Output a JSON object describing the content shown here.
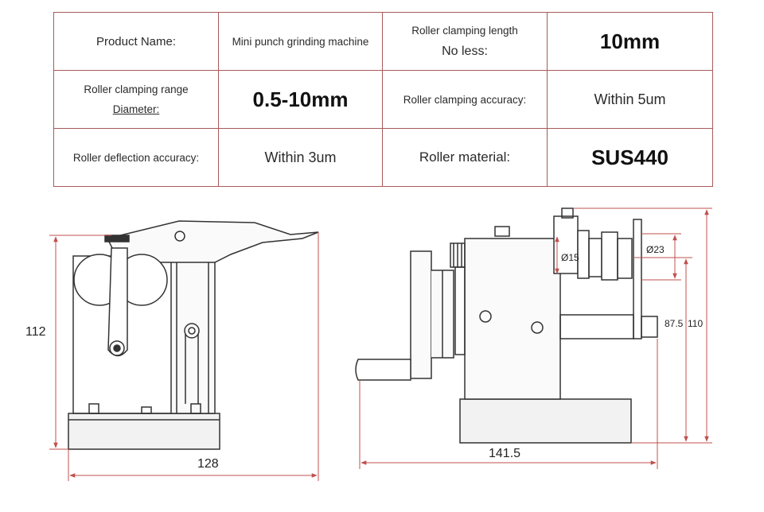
{
  "specs": {
    "row1": {
      "label1": "Product Name:",
      "value1": "Mini punch grinding machine",
      "label2_line1": "Roller clamping length",
      "label2_line2": "No less:",
      "value2": "10mm"
    },
    "row2": {
      "label1_line1": "Roller clamping range",
      "label1_line2": "Diameter:",
      "value1": "0.5-10mm",
      "label2": "Roller clamping accuracy:",
      "value2": "Within 5um"
    },
    "row3": {
      "label1": "Roller deflection accuracy:",
      "value1": "Within 3um",
      "label2": "Roller material:",
      "value2": "SUS440"
    }
  },
  "drawing": {
    "front_height": "112",
    "front_width": "128",
    "side_width": "141.5",
    "side_height_inner": "87.5",
    "side_height_outer": "110",
    "dia_small": "Ø15",
    "dia_large": "Ø23"
  },
  "colors": {
    "table_border": "#a85a5a",
    "dimension_line": "#c0504d",
    "machine_line": "#333333"
  }
}
